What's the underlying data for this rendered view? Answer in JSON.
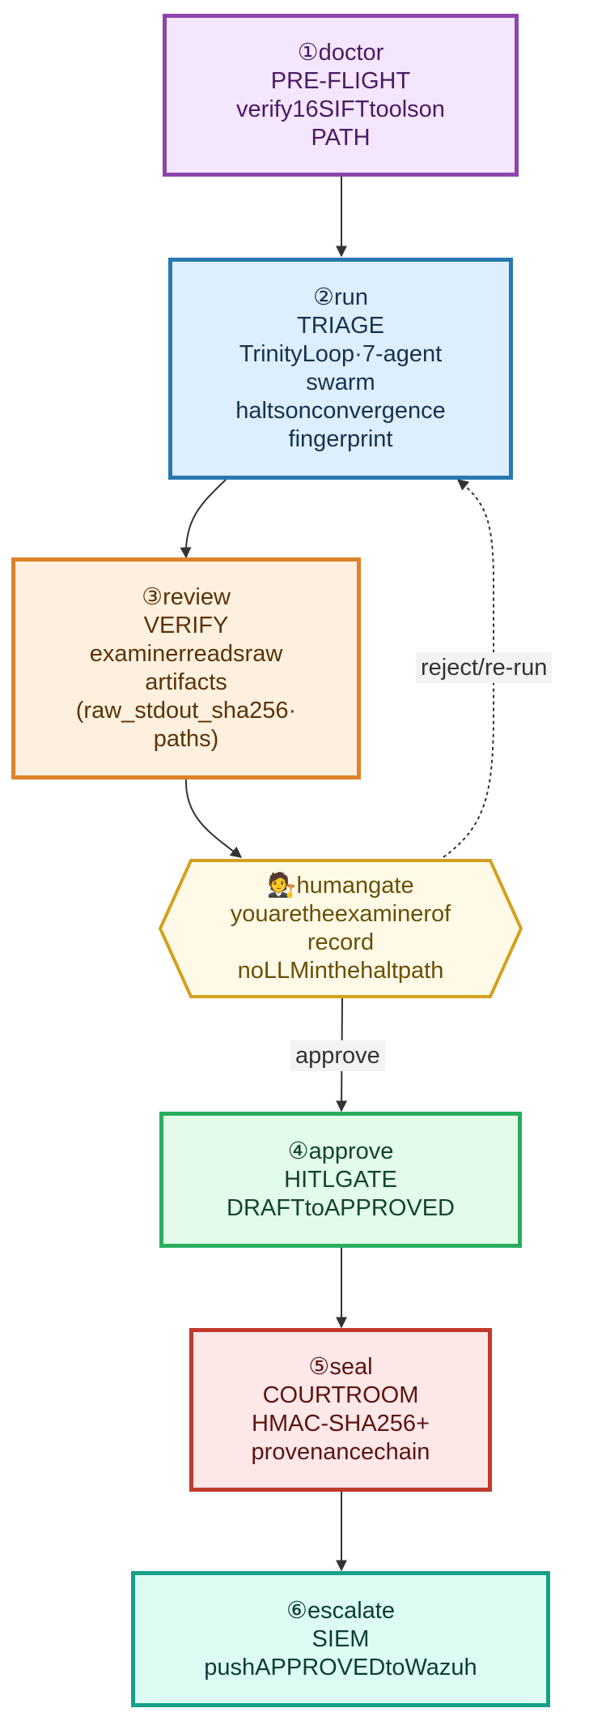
{
  "nodes": {
    "doctor": {
      "lines": [
        "①doctor",
        "PRE-FLIGHT",
        "verify16SIFTtoolson",
        "PATH"
      ],
      "fill": "#f4e6fc",
      "stroke": "#8e44ad",
      "text_color": "#4a1a63"
    },
    "run": {
      "lines": [
        "②run",
        "TRIAGE",
        "TrinityLoop·7-agent",
        "swarm",
        "haltsonconvergence",
        "fingerprint"
      ],
      "fill": "#ddeefd",
      "stroke": "#2779b0",
      "text_color": "#16324f"
    },
    "review": {
      "lines": [
        "③review",
        "VERIFY",
        "examinerreadsraw",
        "artifacts",
        "(raw_stdout_sha256·",
        "paths)"
      ],
      "fill": "#fef0df",
      "stroke": "#e08228",
      "text_color": "#5a3309"
    },
    "human": {
      "lines": [
        "🧑‍⚖️humangate",
        "youaretheexaminerof",
        "record",
        "noLLMinthehaltpath"
      ],
      "fill": "#fefae7",
      "stroke": "#d4a020",
      "text_color": "#6b4f05"
    },
    "approve": {
      "lines": [
        "④approve",
        "HITLGATE",
        "DRAFTtoAPPROVED"
      ],
      "fill": "#e3fbe9",
      "stroke": "#27ae60",
      "text_color": "#12452a"
    },
    "seal": {
      "lines": [
        "⑤seal",
        "COURTROOM",
        "HMAC-SHA256+",
        "provenancechain"
      ],
      "fill": "#fde7e7",
      "stroke": "#c0392b",
      "text_color": "#5c1410"
    },
    "escalate": {
      "lines": [
        "⑥escalate",
        "SIEM",
        "pushAPPROVEDtoWazuh"
      ],
      "fill": "#dcfbf2",
      "stroke": "#16a085",
      "text_color": "#0c3d33"
    }
  },
  "edge_labels": {
    "reject": "reject/re-run",
    "approve": "approve"
  },
  "edge_color": "#333333"
}
